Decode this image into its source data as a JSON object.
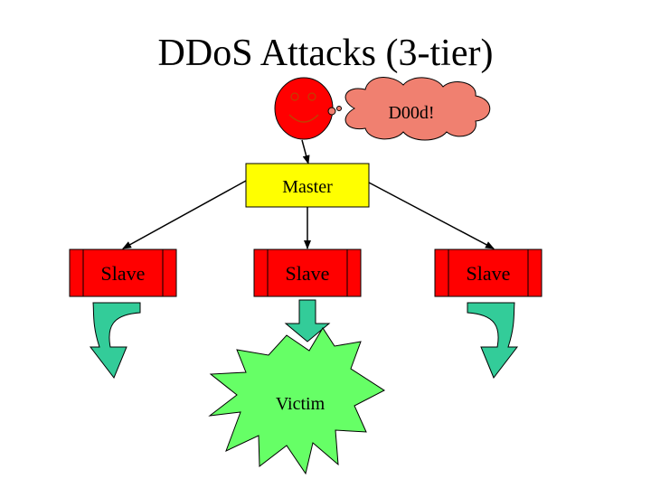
{
  "title": "DDoS Attacks (3-tier)",
  "attacker": {
    "thought": "D00d!"
  },
  "master": {
    "label": "Master"
  },
  "slaves": [
    {
      "label": "Slave"
    },
    {
      "label": "Slave"
    },
    {
      "label": "Slave"
    }
  ],
  "victim": {
    "label": "Victim"
  },
  "colors": {
    "attacker_face": "#ff0000",
    "thought_cloud": "#f08070",
    "master_box": "#ffff00",
    "slave_box": "#ff0000",
    "attack_arrow": "#33cc99",
    "victim_burst": "#66ff66"
  }
}
